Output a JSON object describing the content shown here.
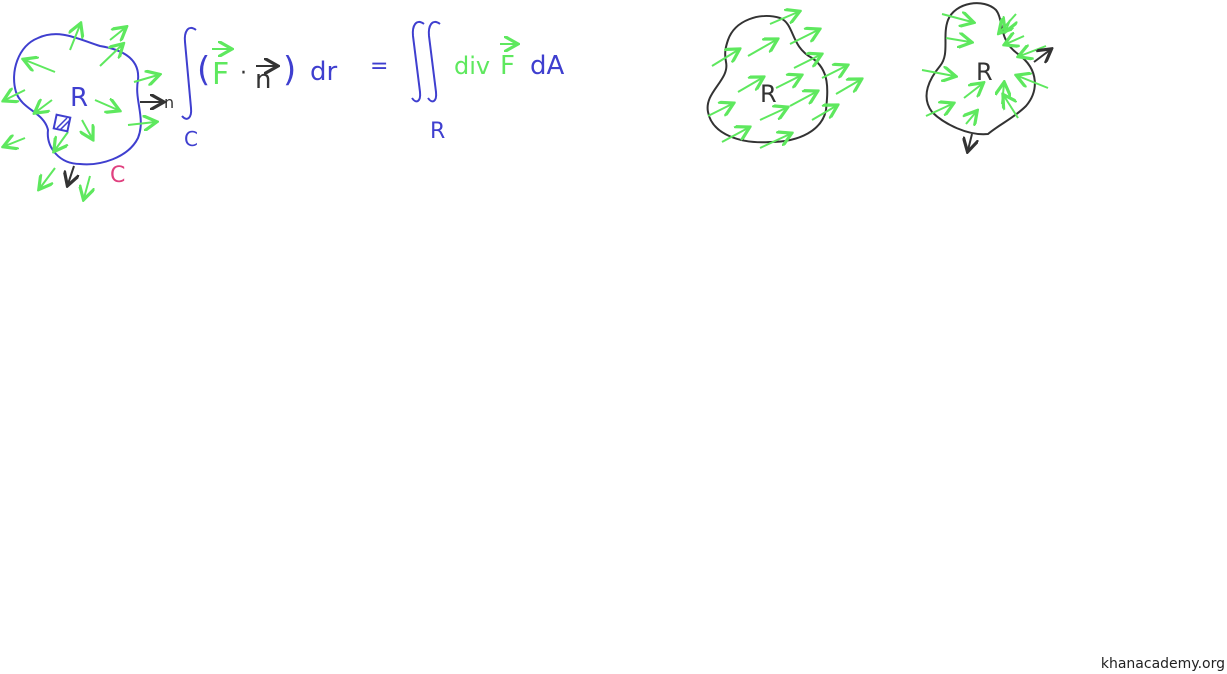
{
  "colors": {
    "curve": "#3f3fcf",
    "field": "#5ee85e",
    "boundary_dark": "#333333",
    "curve_label": "#e0407f"
  },
  "left_diagram": {
    "region_label": "R",
    "curve_label": "C",
    "normal_label": "n"
  },
  "equation": {
    "line_integral_sub": "C",
    "open_paren": "(",
    "field": "F",
    "dot": "·",
    "normal": "n",
    "close_paren": ")",
    "dr": "dr",
    "equals": "=",
    "div": "div",
    "div_field": "F",
    "dA": "dA",
    "double_integral_sub": "R"
  },
  "middle_diagram": {
    "region_label": "R"
  },
  "right_diagram": {
    "region_label": "R"
  },
  "watermark": "khanacademy.org"
}
